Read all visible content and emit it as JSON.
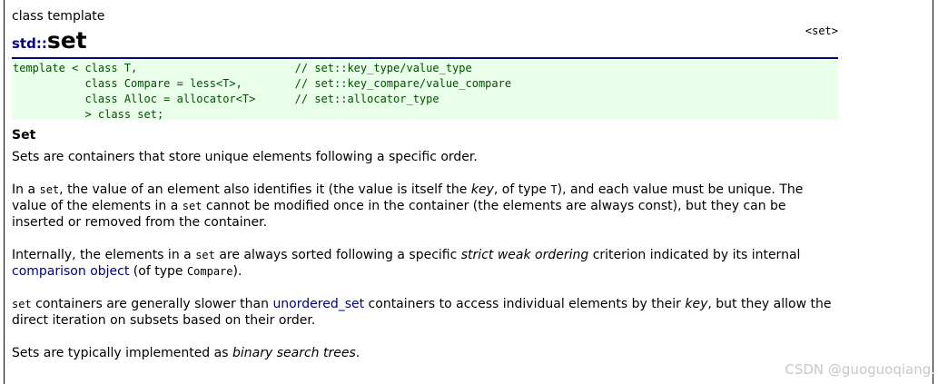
{
  "header": {
    "kind": "class template",
    "namespace": "std::",
    "name": "set",
    "header_ref": "<set>"
  },
  "prototype": {
    "lines": [
      "template < class T,                        // set::key_type/value_type",
      "           class Compare = less<T>,        // set::key_compare/value_compare",
      "           class Alloc = allocator<T>      // set::allocator_type",
      "           > class set;"
    ]
  },
  "description": {
    "heading": "Set",
    "p1": "Sets are containers that store unique elements following a specific order.",
    "p2": {
      "t1": "In a ",
      "c1": "set",
      "t2": ", the value of an element also identifies it (the value is itself the ",
      "e1": "key",
      "t3": ", of type ",
      "c2": "T",
      "t4": "), and each value must be unique. The value of the elements in a ",
      "c3": "set",
      "t5": " cannot be modified once in the container (the elements are always const), but they can be inserted or removed from the container."
    },
    "p3": {
      "t1": "Internally, the elements in a ",
      "c1": "set",
      "t2": " are always sorted following a specific ",
      "e1": "strict weak ordering",
      "t3": " criterion indicated by its internal ",
      "l1": "comparison object",
      "t4": " (of type ",
      "c2": "Compare",
      "t5": ")."
    },
    "p4": {
      "c1": "set",
      "t1": " containers are generally slower than ",
      "l1": "unordered_set",
      "t2": " containers to access individual elements by their ",
      "e1": "key",
      "t3": ", but they allow the direct iteration on subsets based on their order."
    },
    "p5": {
      "t1": "Sets are typically implemented as ",
      "e1": "binary search trees",
      "t2": "."
    }
  },
  "watermark": "CSDN @guoguoqiang."
}
